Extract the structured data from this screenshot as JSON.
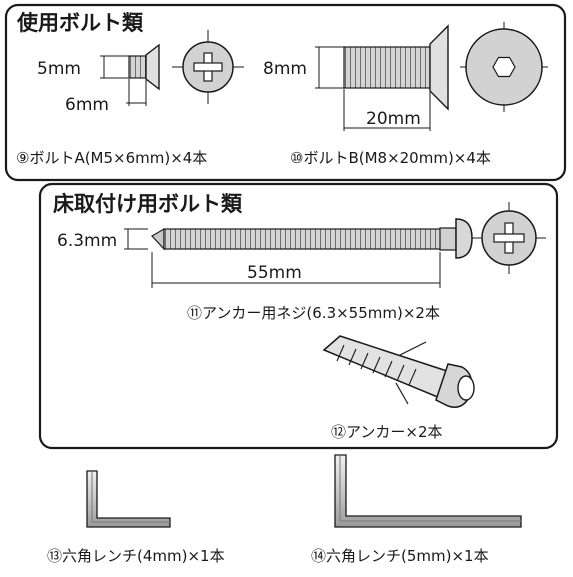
{
  "panel1": {
    "title": "使用ボルト類",
    "dim_head": "5mm",
    "dim_len": "6mm",
    "caption_a": "⑨ボルトA(M5×6mm)×4本",
    "dim_head_b": "8mm",
    "dim_len_b": "20mm",
    "caption_b": "⑩ボルトB(M8×20mm)×4本"
  },
  "panel2": {
    "title": "床取付け用ボルト類",
    "dim_dia": "6.3mm",
    "dim_len": "55mm",
    "caption_screw": "⑪アンカー用ネジ(6.3×55mm)×2本",
    "caption_anchor": "⑫アンカー×2本"
  },
  "wrenches": {
    "caption_4": "⑬六角レンチ(4mm)×1本",
    "caption_5": "⑭六角レンチ(5mm)×1本"
  },
  "colors": {
    "line": "#1a1a1a",
    "metal": "#d4d4d4",
    "metal_dark": "#9a9a9a"
  }
}
